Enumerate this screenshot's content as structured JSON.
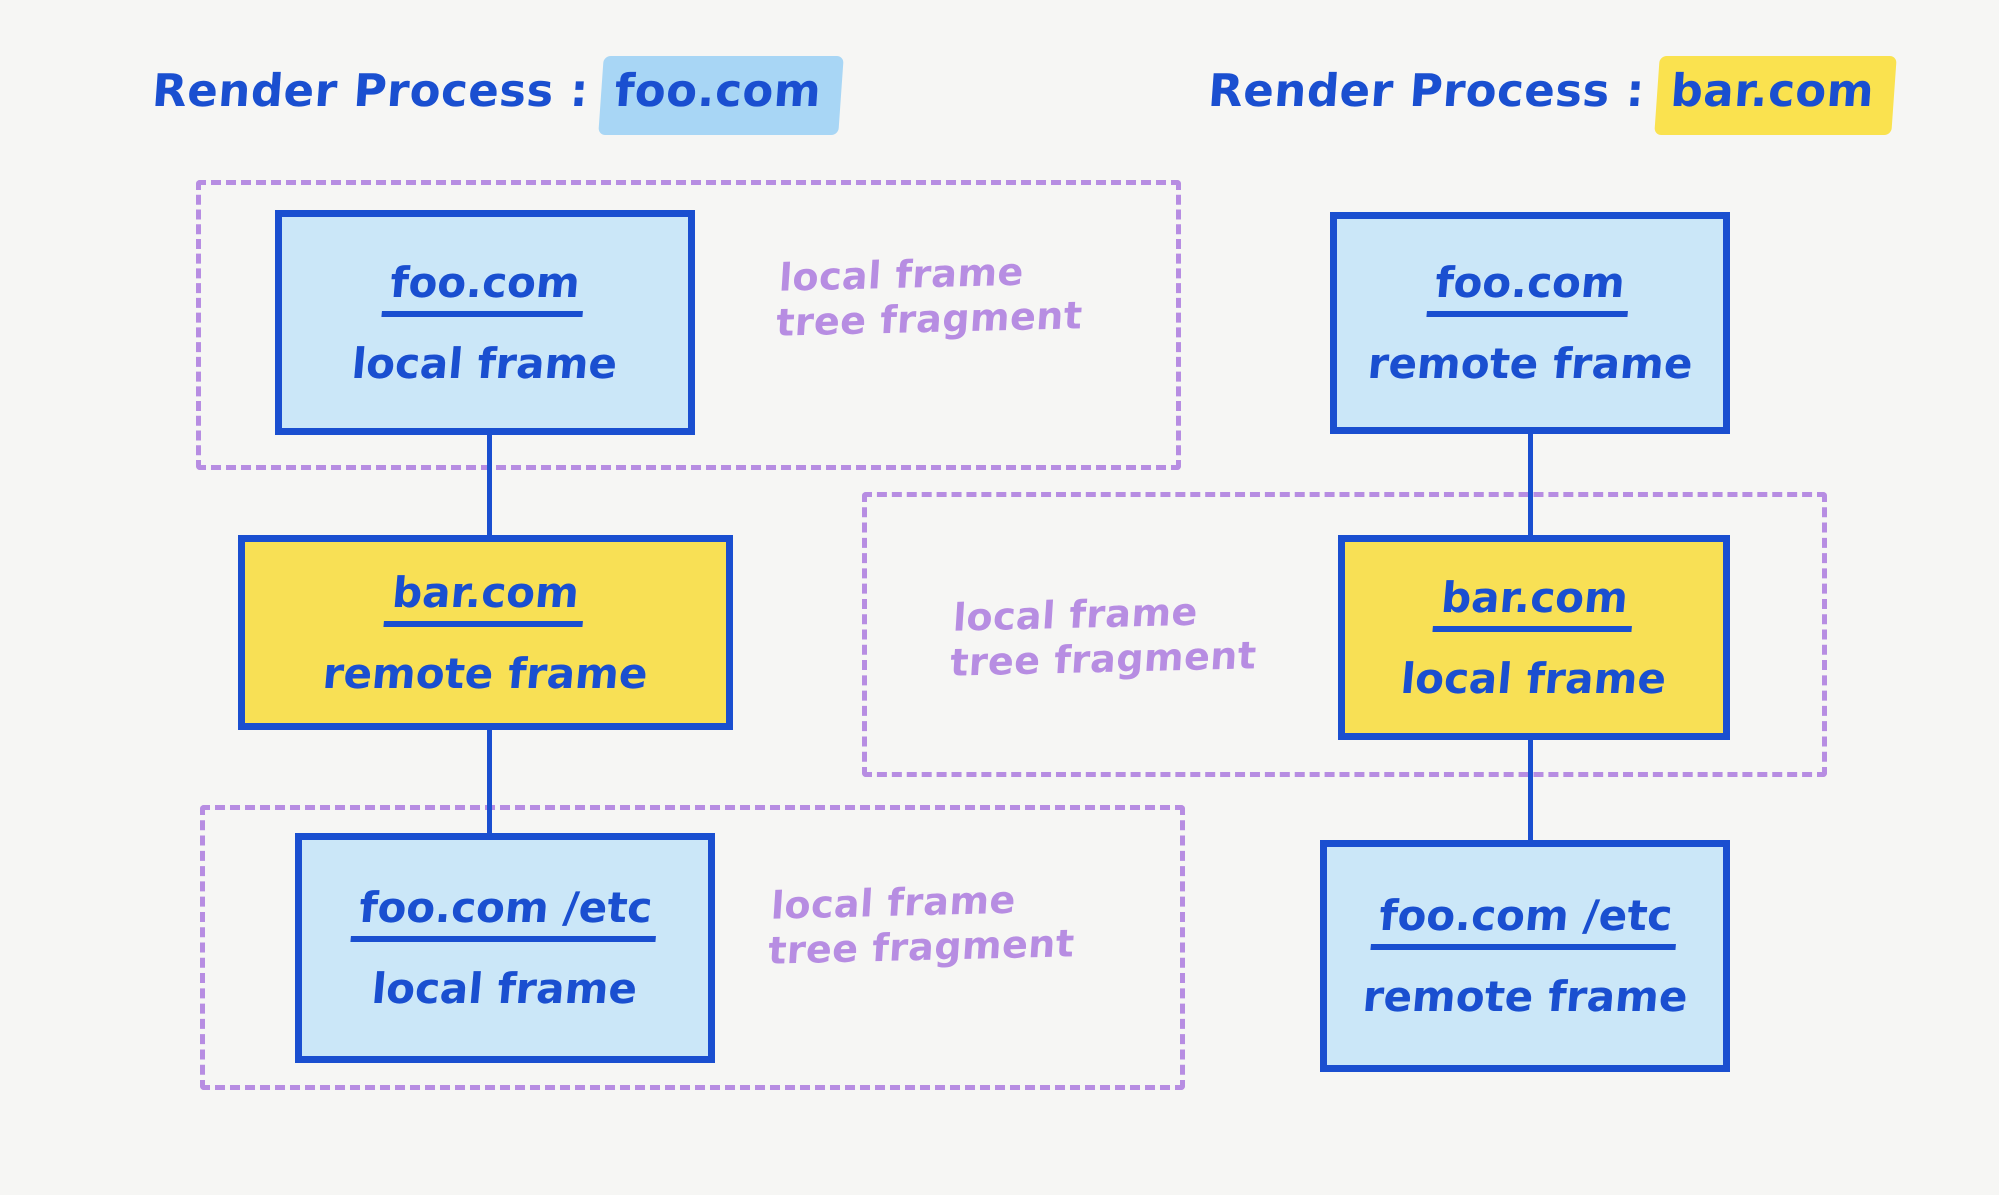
{
  "colors": {
    "background": "#f6f6f4",
    "ink_blue": "#1a4fd0",
    "fill_blue": "#cbe7f8",
    "fill_yellow": "#f8e055",
    "highlight_blue": "#a8d6f5",
    "highlight_yellow": "#fae24f",
    "annotation_purple": "#b78de2"
  },
  "columns": [
    {
      "title_prefix": "Render Process :",
      "title_host": "foo.com",
      "highlight": "#a8d6f5",
      "boxes": [
        {
          "host": "foo.com",
          "kind": "local frame",
          "fill": "blue"
        },
        {
          "host": "bar.com",
          "kind": "remote frame",
          "fill": "yellow"
        },
        {
          "host": "foo.com /etc",
          "kind": "local frame",
          "fill": "blue"
        }
      ]
    },
    {
      "title_prefix": "Render Process :",
      "title_host": "bar.com",
      "highlight": "#fae24f",
      "boxes": [
        {
          "host": "foo.com",
          "kind": "remote frame",
          "fill": "blue"
        },
        {
          "host": "bar.com",
          "kind": "local frame",
          "fill": "yellow"
        },
        {
          "host": "foo.com /etc",
          "kind": "remote frame",
          "fill": "blue"
        }
      ]
    }
  ],
  "fragments": [
    {
      "label": "local frame\ntree fragment"
    },
    {
      "label": "local frame\ntree fragment"
    },
    {
      "label": "local frame\ntree fragment"
    }
  ]
}
